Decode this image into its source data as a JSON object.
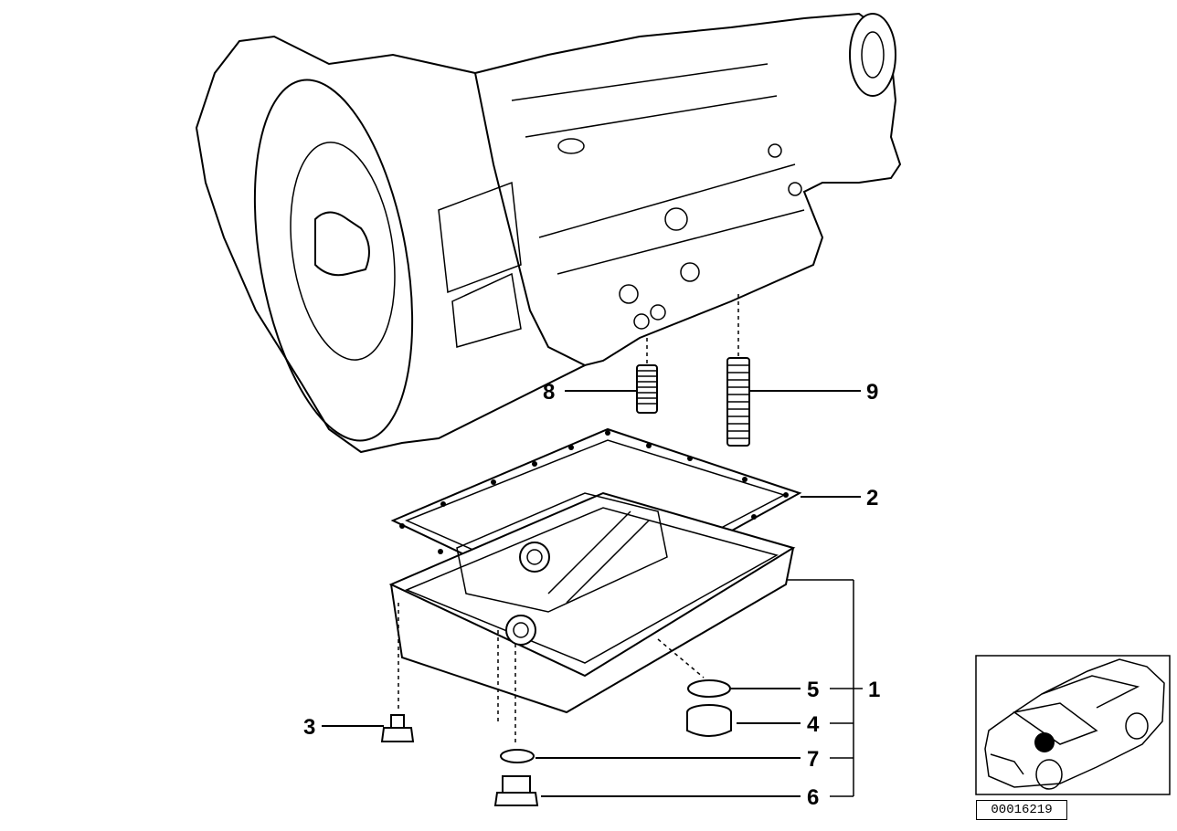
{
  "callouts": {
    "c1": "1",
    "c2": "2",
    "c3": "3",
    "c4": "4",
    "c5": "5",
    "c6": "6",
    "c7": "7",
    "c8": "8",
    "c9": "9"
  },
  "reference_number": "00016219"
}
